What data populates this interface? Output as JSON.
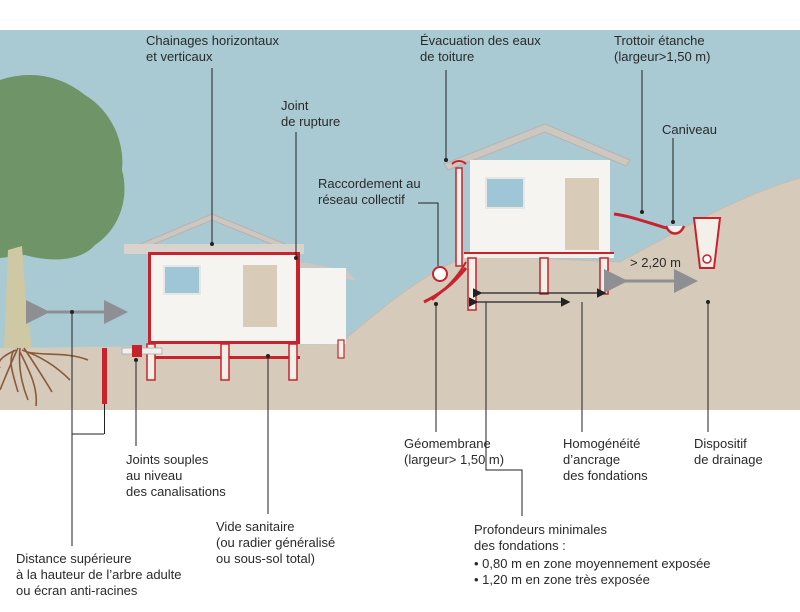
{
  "labels": {
    "chainages": "Chainages horizontaux\net verticaux",
    "joint_rupture": "Joint\nde rupture",
    "evacuation": "Évacuation des eaux\nde toiture",
    "trottoir": "Trottoir étanche\n(largeur>1,50 m)",
    "caniveau": "Caniveau",
    "raccordement": "Raccordement au\nréseau collectif",
    "distance_220": "> 2,20 m",
    "joints_souples": "Joints souples\nau niveau\ndes canalisations",
    "vide_sanitaire": "Vide sanitaire\n(ou radier généralisé\nou sous-sol total)",
    "distance_arbre": "Distance supérieure\nà la hauteur de l’arbre adulte\nou écran anti-racines",
    "geomembrane": "Géomembrane\n(largeur> 1,50 m)",
    "homogeneite": "Homogénéité\nd’ancrage\ndes fondations",
    "drainage": "Dispositif\nde drainage",
    "profondeurs_title": "Profondeurs minimales\ndes fondations :",
    "profondeur_1": "• 0,80 m en zone moyennement exposée",
    "profondeur_2": "• 1,20 m en zone très exposée"
  },
  "colors": {
    "sky": "#a9c9d3",
    "ground": "#d6cabb",
    "tree": "#6e9468",
    "trunk": "#cfc8a4",
    "root": "#8a5a3a",
    "wall": "#f6f4f1",
    "roof": "#cdc7c1",
    "accent": "#c8232c",
    "window": "#9fc6d6",
    "door": "#d8ccb8",
    "arrow": "#8d8f93",
    "leader": "#222222"
  }
}
